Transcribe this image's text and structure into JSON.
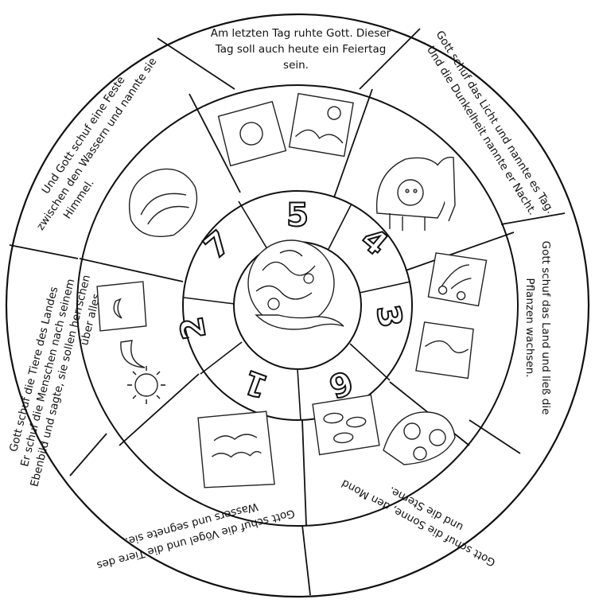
{
  "segments": [
    {
      "id": "day7",
      "lines": [
        "Am letzten Tag ruhte Gott. Dieser",
        "Tag soll auch heute ein Feiertag",
        "sein."
      ]
    },
    {
      "id": "day1",
      "lines": [
        "Gott schuf das Licht und nannte es Tag.",
        "Und die Dunkelheit nannte er Nacht."
      ]
    },
    {
      "id": "day3",
      "lines": [
        "Gott schuf das Land und ließ die",
        "Pflanzen wachsen."
      ]
    },
    {
      "id": "day4",
      "lines": [
        "Gott schuf die Sonne, den Mond",
        "und die Sterne."
      ]
    },
    {
      "id": "day5",
      "lines": [
        "Gott schuf die Vögel und die Tiere des",
        "Wassers und segnete sie."
      ]
    },
    {
      "id": "day6",
      "lines": [
        "Gott schuf die Tiere des Landes",
        "Er schuf die Menschen nach seinem",
        "Ebenbild und sagte, sie sollen herrschen",
        "über alles."
      ]
    },
    {
      "id": "day2",
      "lines": [
        "Und Gott schuf eine Feste",
        "zwischen den Wassern und nannte sie",
        "Himmel."
      ]
    }
  ],
  "numbers": [
    {
      "id": "n5",
      "label": "5"
    },
    {
      "id": "n4",
      "label": "4"
    },
    {
      "id": "n3",
      "label": "3"
    },
    {
      "id": "n6",
      "label": "6"
    },
    {
      "id": "n1",
      "label": "1"
    },
    {
      "id": "n2",
      "label": "2"
    },
    {
      "id": "n7",
      "label": "7"
    }
  ]
}
